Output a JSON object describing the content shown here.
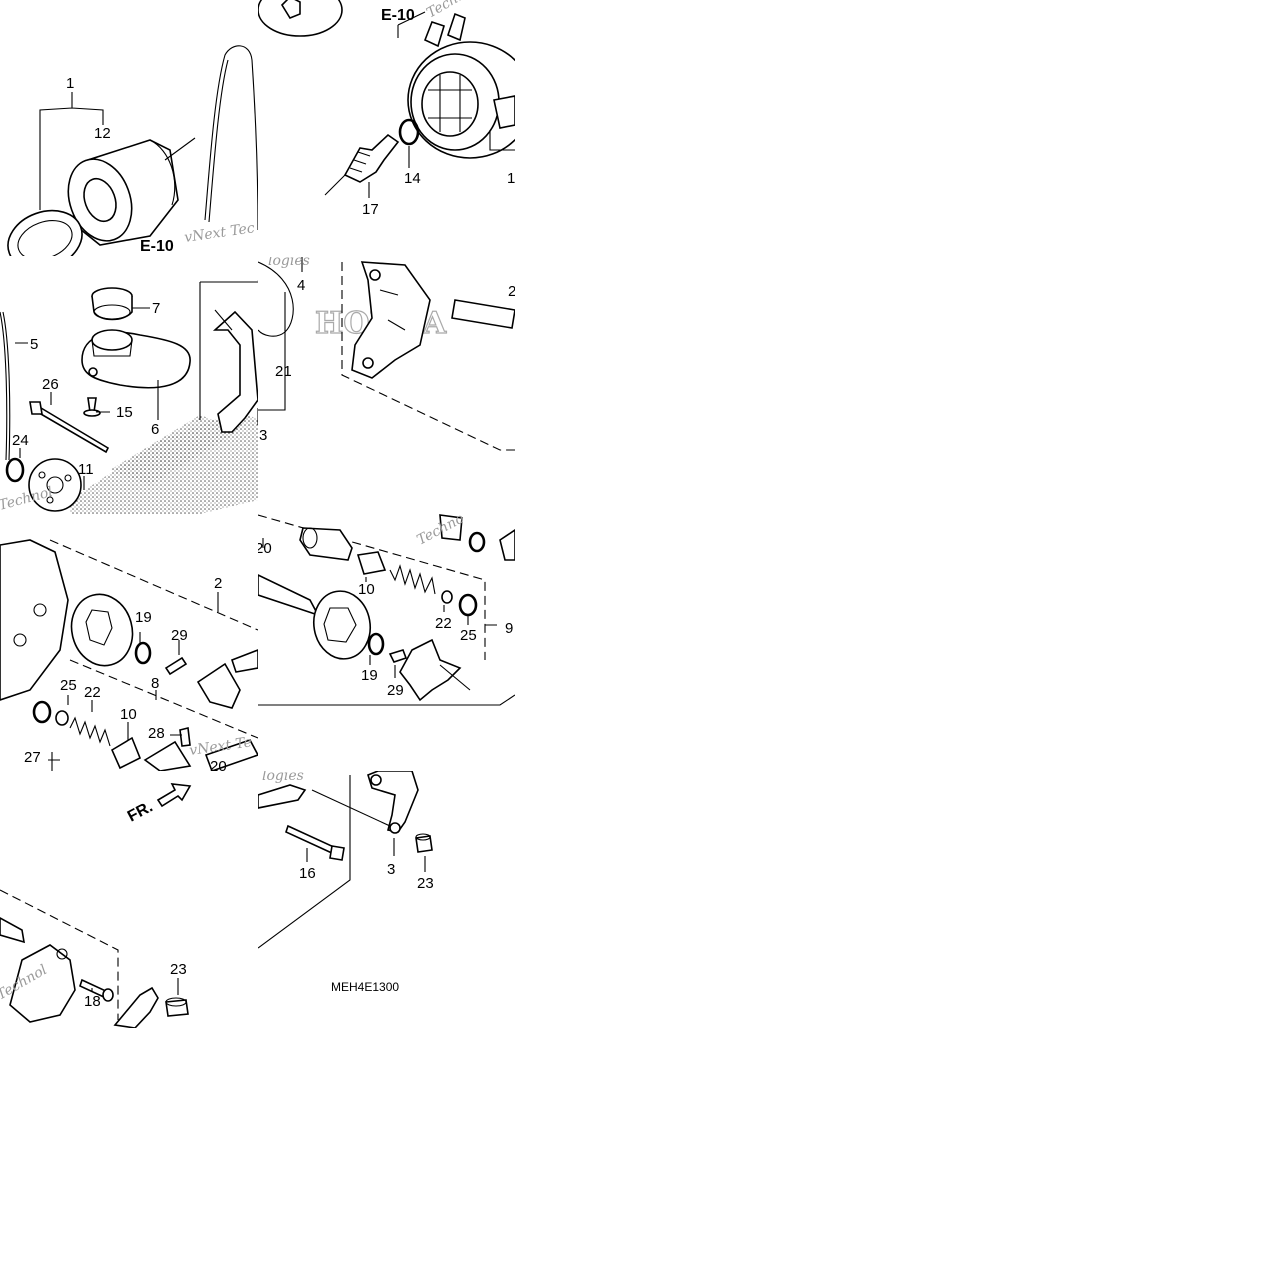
{
  "diagram_code": "MEH4E1300",
  "front_marker": "FR.",
  "reference_labels": [
    "E-10",
    "E-10"
  ],
  "watermark_texts": [
    "vNext Tec",
    "Techno",
    "logies",
    "vNext Te",
    "Technol"
  ],
  "callouts": {
    "c1": "1",
    "c12": "12",
    "c14": "14",
    "c17": "17",
    "c1b": "1",
    "c4": "4",
    "c2a": "2",
    "c5": "5",
    "c7": "7",
    "c26": "26",
    "c15": "15",
    "c6": "6",
    "c21": "21",
    "c3a": "3",
    "c24": "24",
    "c11": "11",
    "c20a": "20",
    "c10a": "10",
    "c22a": "22",
    "c25a": "25",
    "c9": "9",
    "c19a": "19",
    "c29a": "29",
    "c2b": "2",
    "c19b": "19",
    "c29b": "29",
    "c8": "8",
    "c25b": "25",
    "c22b": "22",
    "c10b": "10",
    "c28": "28",
    "c27": "27",
    "c20b": "20",
    "c16": "16",
    "c3b": "3",
    "c23a": "23",
    "c23b": "23",
    "c18": "18"
  }
}
